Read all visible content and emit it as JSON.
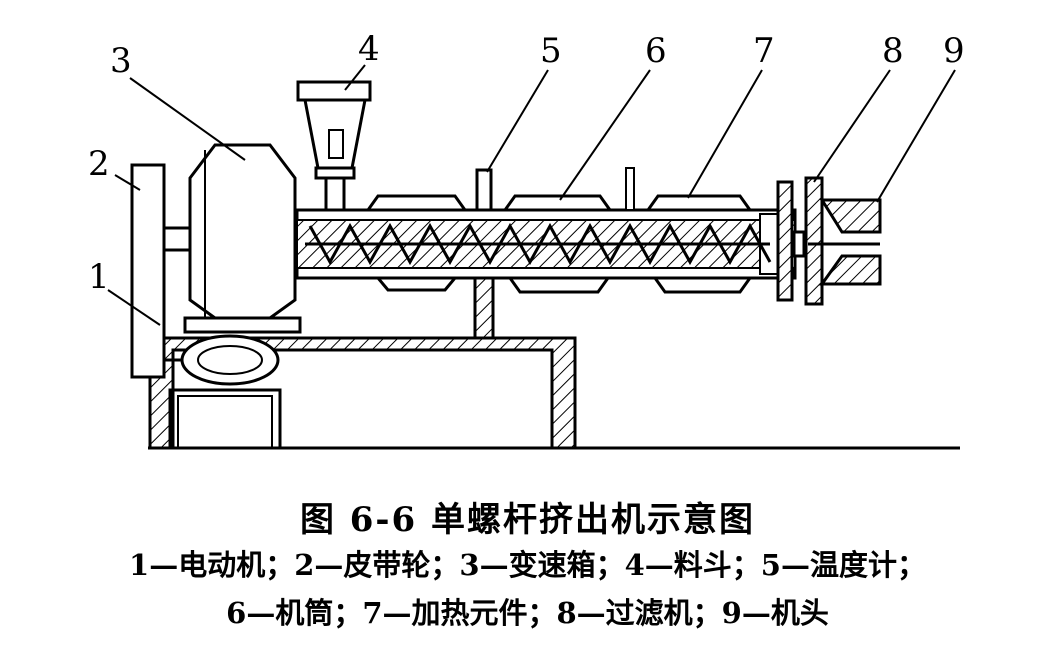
{
  "labels": [
    "1",
    "2",
    "3",
    "4",
    "5",
    "6",
    "7",
    "8",
    "9"
  ],
  "caption": {
    "title": "图 6-6  单螺杆挤出机示意图",
    "line1": "1—电动机；2—皮带轮；3—变速箱；4—料斗；5—温度计；",
    "line2": "6—机筒；7—加热元件；8—过滤机；9—机头"
  }
}
